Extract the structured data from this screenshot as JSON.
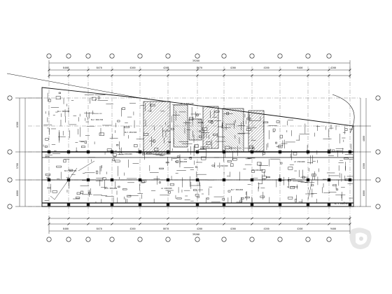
{
  "drawing": {
    "dimensions_top_total": "39200",
    "dimensions_top": [
      "8400",
      "8470",
      "4200",
      "4200",
      "8670",
      "4200",
      "4200",
      "9400",
      "4200"
    ],
    "dimensions_bottom_total": "39200",
    "dimensions_bottom": [
      "8400",
      "8470",
      "4200",
      "8670",
      "4200",
      "4200",
      "4200",
      "4200",
      "9400"
    ],
    "dimensions_left": [
      "6300",
      "5700",
      "6000"
    ],
    "dimensions_right": [
      "4800",
      "6300",
      "6000"
    ],
    "axis_bubbles_top_count": 12,
    "axis_bubbles_bottom_count": 12,
    "axis_bubbles_side_count": 4,
    "beam_labels": [
      "KL1 300x600",
      "KL2 300x700",
      "KL3 250x500",
      "KL4 300x600",
      "L1 250x500",
      "L2 200x400",
      "L3 250x600",
      "KL5 300x700",
      "KL6 300x600",
      "L4 200x500",
      "KL7 300x800",
      "L5 250x500"
    ],
    "notes": [
      "KL-1 300x700",
      "KL-2 300x600",
      "KL-3 300x700"
    ]
  },
  "watermark": {
    "icon": "cad-logo-icon",
    "color": "#cfcfcf"
  }
}
